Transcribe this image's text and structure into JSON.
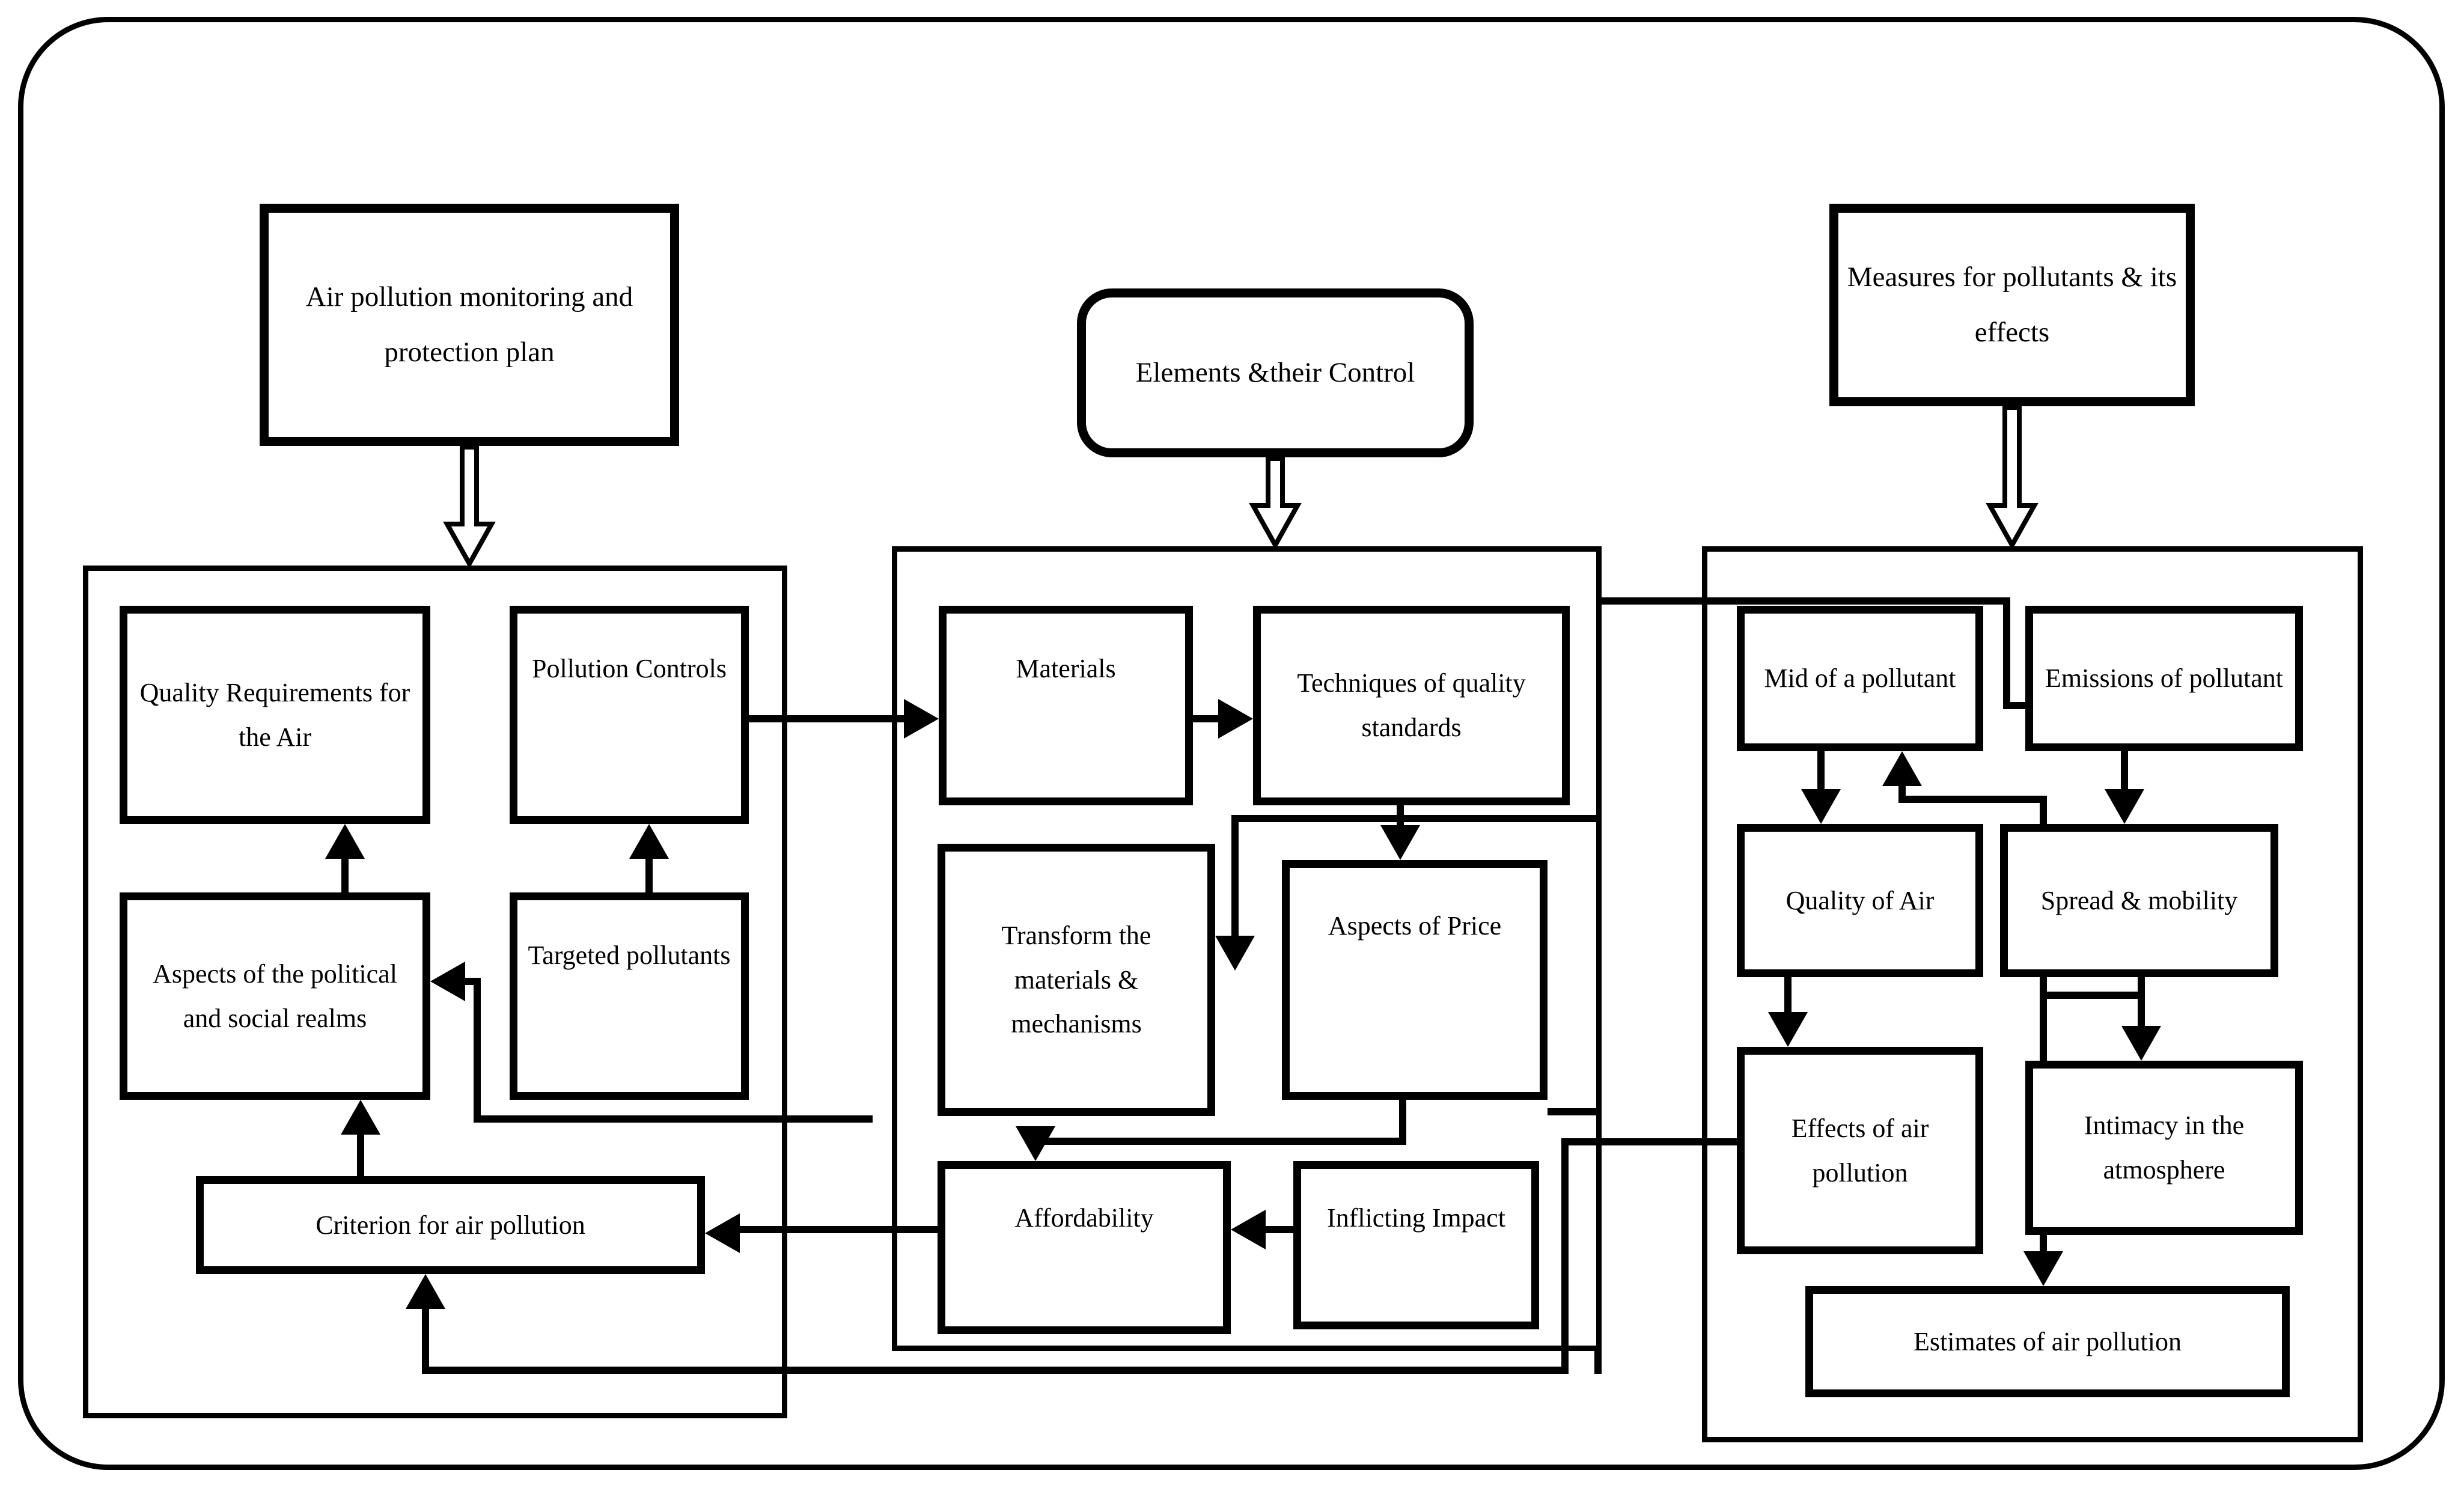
{
  "colors": {
    "ink": "#000000",
    "paper": "#ffffff"
  },
  "nodes": {
    "plan": {
      "label": "Air pollution monitoring and protection plan"
    },
    "elements": {
      "label": "Elements &their Control"
    },
    "measures": {
      "label": "Measures for pollutants & its effects"
    },
    "quality_requirements": {
      "label": "Quality Requirements for the Air"
    },
    "pollution_controls": {
      "label": "Pollution Controls"
    },
    "aspects_political": {
      "label": "Aspects of the political and social realms"
    },
    "targeted_pollutants": {
      "label": "Targeted pollutants"
    },
    "criterion": {
      "label": "Criterion for air pollution"
    },
    "materials": {
      "label": "Materials"
    },
    "techniques": {
      "label": "Techniques of quality standards"
    },
    "transform": {
      "label": "Transform the materials & mechanisms"
    },
    "aspects_price": {
      "label": "Aspects of Price"
    },
    "affordability": {
      "label": "Affordability"
    },
    "inflicting": {
      "label": "Inflicting Impact"
    },
    "mid_pollutant": {
      "label": "Mid of a pollutant"
    },
    "emissions": {
      "label": "Emissions of pollutant"
    },
    "quality_air": {
      "label": "Quality of Air"
    },
    "spread": {
      "label": "Spread & mobility"
    },
    "effects": {
      "label": "Effects of air pollution"
    },
    "intimacy": {
      "label": "Intimacy in the atmosphere"
    },
    "estimates": {
      "label": "Estimates of air pollution"
    }
  }
}
